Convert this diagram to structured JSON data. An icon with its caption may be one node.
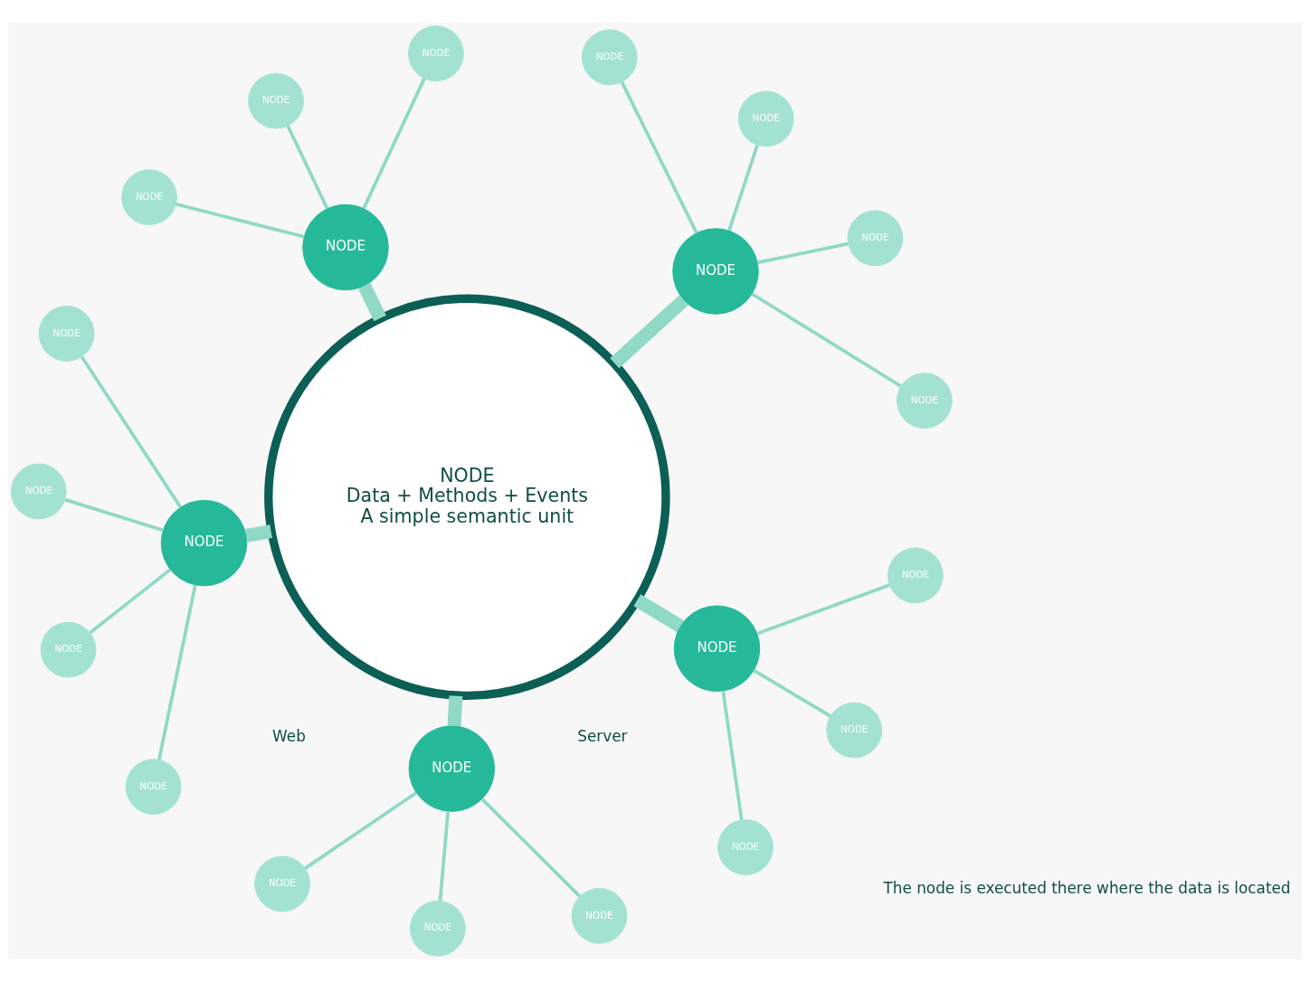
{
  "diagram": {
    "nodes": [
      {
        "text": [
          "NODE",
          "Data + Methods + Events",
          "A simple semantic unit"
        ]
      },
      {
        "text": [
          "NODE"
        ]
      },
      {
        "text": [
          "NODE"
        ]
      },
      {
        "text": [
          "NODE"
        ]
      },
      {
        "text": [
          "NODE"
        ]
      },
      {
        "text": [
          "NODE"
        ]
      },
      {
        "text": [
          "NODE"
        ]
      },
      {
        "text": [
          "NODE"
        ]
      },
      {
        "text": [
          "NODE"
        ]
      },
      {
        "text": [
          "NODE"
        ]
      },
      {
        "text": [
          "NODE"
        ]
      },
      {
        "text": [
          "NODE"
        ]
      },
      {
        "text": [
          "NODE"
        ]
      },
      {
        "text": [
          "NODE"
        ]
      },
      {
        "text": [
          "NODE"
        ]
      },
      {
        "text": [
          "NODE"
        ]
      },
      {
        "text": [
          "NODE"
        ]
      },
      {
        "text": [
          "NODE"
        ]
      },
      {
        "text": [
          "NODE"
        ]
      },
      {
        "text": [
          "NODE"
        ]
      },
      {
        "text": [
          "NODE"
        ]
      },
      {
        "text": [
          "NODE"
        ]
      },
      {
        "text": [
          "NODE"
        ]
      }
    ],
    "edges": [
      {
        "from": 0,
        "to": 1,
        "arrow": "none",
        "style": "thick"
      },
      {
        "from": 1,
        "to": 2,
        "arrow": "none"
      },
      {
        "from": 1,
        "to": 3,
        "arrow": "none"
      },
      {
        "from": 1,
        "to": 4,
        "arrow": "none"
      },
      {
        "from": 1,
        "to": 5,
        "arrow": "none"
      },
      {
        "from": 0,
        "to": 6,
        "arrow": "none",
        "style": "thick"
      },
      {
        "from": 6,
        "to": 7,
        "arrow": "none"
      },
      {
        "from": 6,
        "to": 8,
        "arrow": "none"
      },
      {
        "from": 6,
        "to": 9,
        "arrow": "none"
      },
      {
        "from": 0,
        "to": 10,
        "arrow": "none",
        "style": "thick"
      },
      {
        "from": 10,
        "to": 11,
        "arrow": "none"
      },
      {
        "from": 10,
        "to": 12,
        "arrow": "none"
      },
      {
        "from": 10,
        "to": 13,
        "arrow": "none"
      },
      {
        "from": 10,
        "to": 14,
        "arrow": "none"
      },
      {
        "from": 0,
        "to": 15,
        "arrow": "none",
        "style": "thick"
      },
      {
        "from": 15,
        "to": 16,
        "arrow": "none"
      },
      {
        "from": 15,
        "to": 17,
        "arrow": "none"
      },
      {
        "from": 15,
        "to": 18,
        "arrow": "none"
      },
      {
        "from": 0,
        "to": 19,
        "arrow": "none",
        "style": "thick"
      },
      {
        "from": 19,
        "to": 20,
        "arrow": "none"
      },
      {
        "from": 19,
        "to": 21,
        "arrow": "none"
      },
      {
        "from": 19,
        "to": 22,
        "arrow": "none"
      }
    ],
    "labels": [
      "Server",
      "Web",
      "The node is executed there where the data is located"
    ]
  }
}
